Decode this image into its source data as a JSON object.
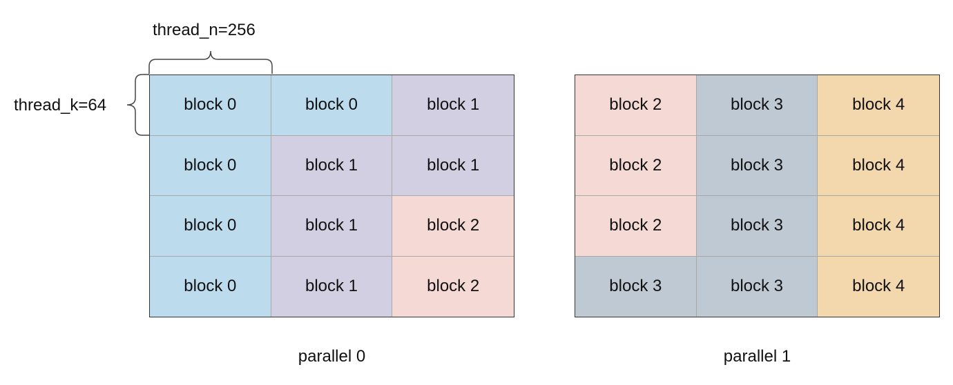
{
  "labels": {
    "thread_n": "thread_n=256",
    "thread_k": "thread_k=64"
  },
  "palette": {
    "block 0": "#bcdcee",
    "block 1": "#d2cfe2",
    "block 2": "#f5d9d5",
    "block 3": "#bec9d3",
    "block 4": "#f3d7ad"
  },
  "grids": [
    {
      "caption": "parallel 0",
      "cells": [
        [
          "block 0",
          "block 0",
          "block 1"
        ],
        [
          "block 0",
          "block 1",
          "block 1"
        ],
        [
          "block 0",
          "block 1",
          "block 2"
        ],
        [
          "block 0",
          "block 1",
          "block 2"
        ]
      ]
    },
    {
      "caption": "parallel 1",
      "cells": [
        [
          "block 2",
          "block 3",
          "block 4"
        ],
        [
          "block 2",
          "block 3",
          "block 4"
        ],
        [
          "block 2",
          "block 3",
          "block 4"
        ],
        [
          "block 3",
          "block 3",
          "block 4"
        ]
      ]
    }
  ]
}
